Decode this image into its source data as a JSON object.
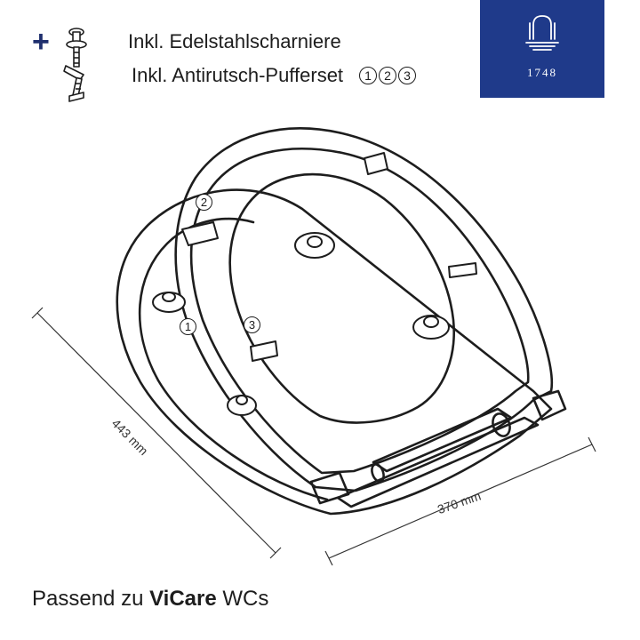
{
  "header": {
    "plus_symbol": "+",
    "feature_1": "Inkl. Edelstahlscharniere",
    "feature_2": "Inkl. Antirutsch-Pufferset",
    "buffer_numbers": [
      "1",
      "2",
      "3"
    ],
    "hinge_icon": "hinge-screw-icon"
  },
  "brand": {
    "year": "1748",
    "logo_icon": "fountain-arch-icon",
    "color": "#1f3a8a"
  },
  "dimensions": {
    "depth": "443 mm",
    "width": "370 mm"
  },
  "callouts": [
    "1",
    "2",
    "3"
  ],
  "footer": {
    "prefix": "Passend zu ",
    "product": "ViCare",
    "suffix": " WCs"
  },
  "colors": {
    "accent": "#1f2f6e",
    "line": "#1d1d1d"
  }
}
